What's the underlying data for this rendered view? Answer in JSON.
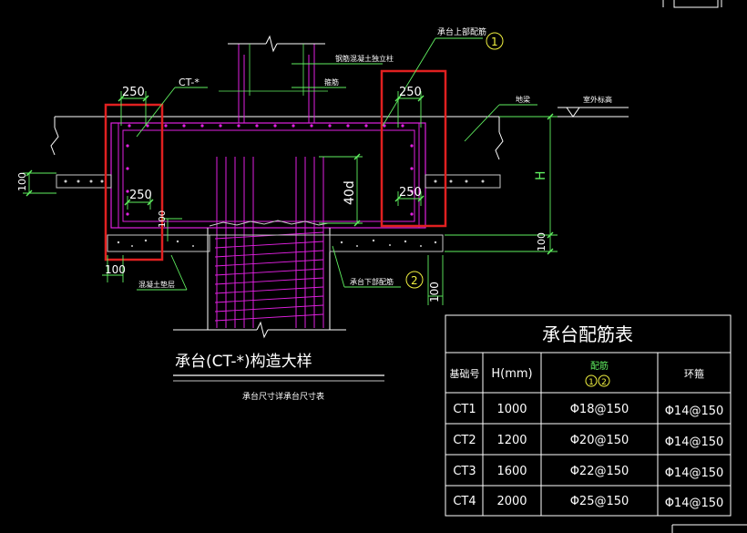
{
  "colors": {
    "background": "#000000",
    "magenta": "#e020e0",
    "green": "#60f060",
    "yellow": "#f0f040",
    "white": "#ffffff",
    "red": "#e02020",
    "grey": "#b0b0b0",
    "slab": "#c8c8c8"
  },
  "drawing": {
    "dim_250_top_left": "250",
    "dim_250_mid_left": "250",
    "dim_250_top_right": "250",
    "dim_250_mid_right": "250",
    "dim_100_left_vertical": "100",
    "dim_100_small_vertical": "100",
    "dim_100_bottom_left": "100",
    "dim_100_bottom_right": "100",
    "dim_100_right_vertical": "100",
    "dim_40d": "40d",
    "dim_h": "H",
    "label_ct": "CT-*",
    "label_top_rebar": "承台上部配筋",
    "label_column_rebar": "钢筋混凝土独立柱",
    "label_stirrup": "箍筋",
    "label_ground_beam": "地梁",
    "label_elevation": "室外标高",
    "label_bottom_rebar": "承台下部配筋",
    "label_cushion": "混凝土垫层",
    "marker_1": "1",
    "marker_2": "2",
    "title": "承台(CT-*)构造大样",
    "subtitle": "承台尺寸详承台尺寸表"
  },
  "table": {
    "title": "承台配筋表",
    "headers": [
      "基础号",
      "H(mm)",
      "配筋",
      "环箍"
    ],
    "rebar_markers": [
      "1",
      "2"
    ],
    "rows": [
      {
        "id": "CT1",
        "h": "1000",
        "rebar": "Φ18@150",
        "hoop": "Φ14@150"
      },
      {
        "id": "CT2",
        "h": "1200",
        "rebar": "Φ20@150",
        "hoop": "Φ14@150"
      },
      {
        "id": "CT3",
        "h": "1600",
        "rebar": "Φ22@150",
        "hoop": "Φ14@150"
      },
      {
        "id": "CT4",
        "h": "2000",
        "rebar": "Φ25@150",
        "hoop": "Φ14@150"
      }
    ]
  }
}
